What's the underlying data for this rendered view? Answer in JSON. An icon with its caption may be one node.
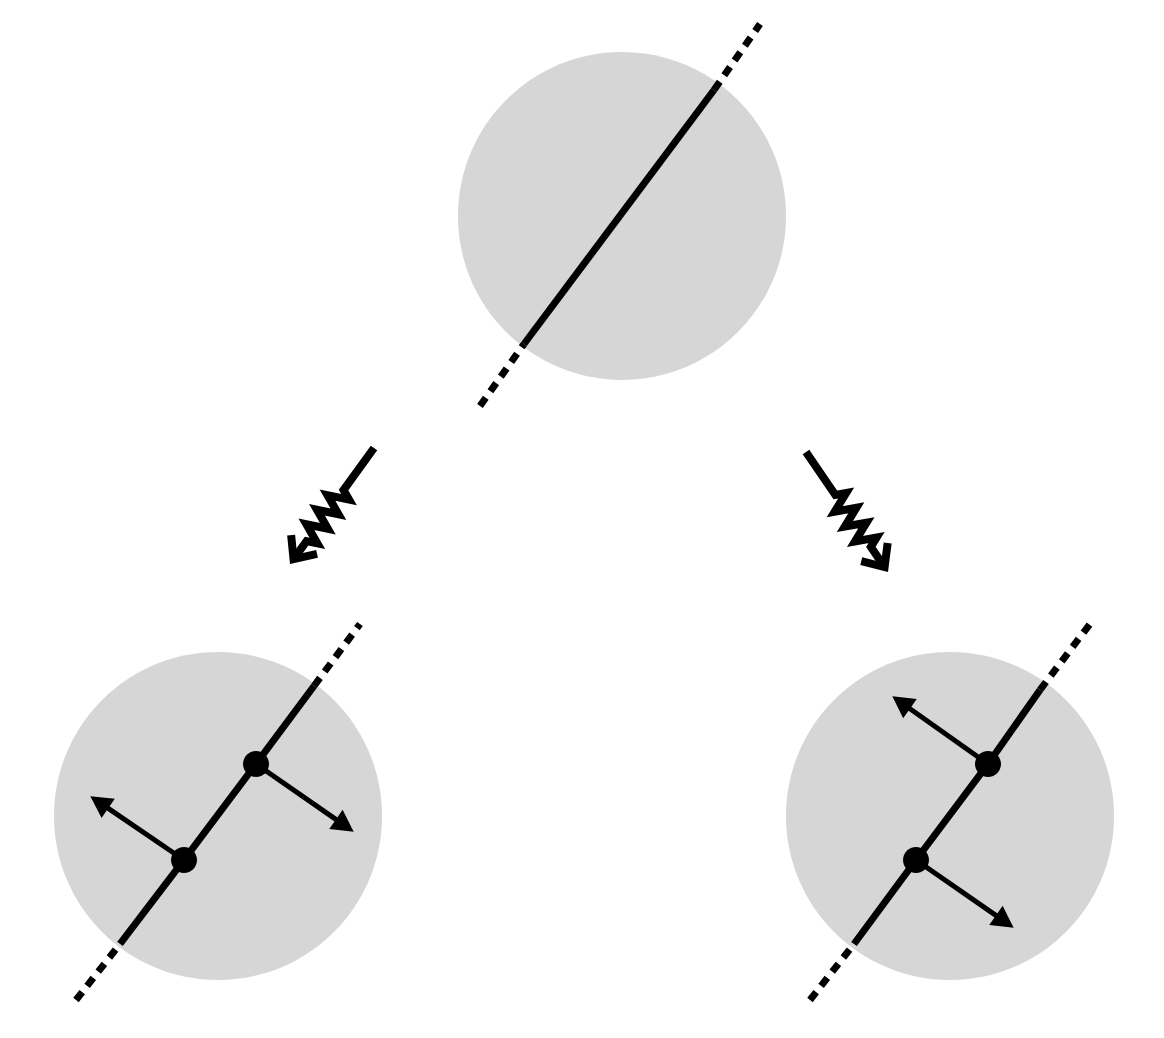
{
  "diagram": {
    "nodes": [
      {
        "text": [],
        "shape": "circle"
      },
      {
        "text": [],
        "shape": "circle"
      },
      {
        "text": [],
        "shape": "circle"
      }
    ],
    "edges": [
      {
        "from": 0,
        "to": 1,
        "arrow": "to"
      },
      {
        "from": 0,
        "to": 2,
        "arrow": "to"
      }
    ]
  }
}
